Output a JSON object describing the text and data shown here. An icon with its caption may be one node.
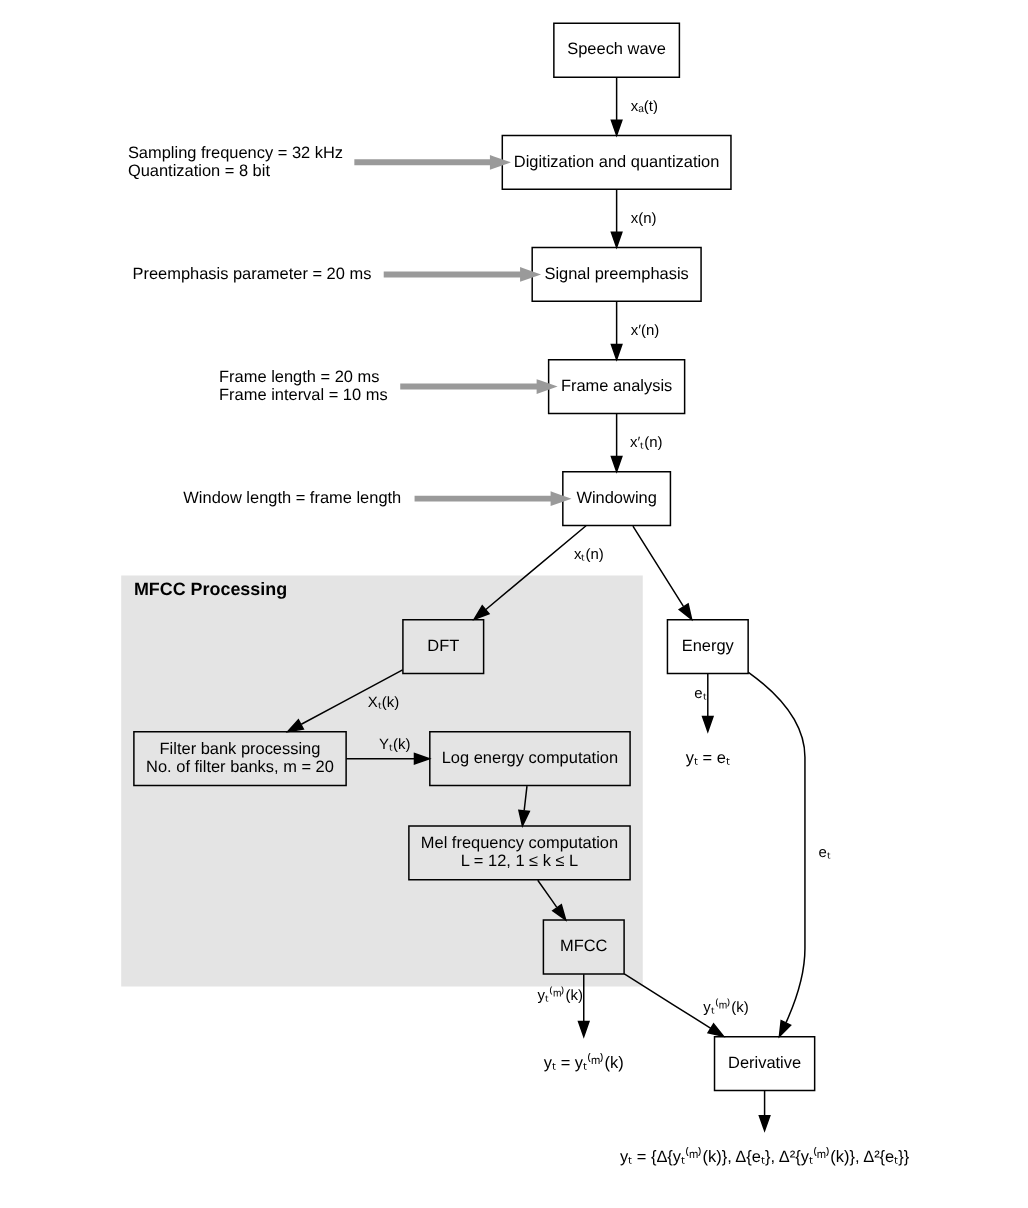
{
  "diagram": {
    "nodes": [
      {
        "text": [
          "Speech wave"
        ]
      },
      {
        "text": [
          "Digitization and quantization"
        ]
      },
      {
        "text": [
          "Signal preemphasis"
        ]
      },
      {
        "text": [
          "Frame analysis"
        ]
      },
      {
        "text": [
          "Windowing"
        ]
      },
      {
        "text": [
          "MFCC Processing"
        ]
      },
      {
        "text": [
          "DFT"
        ],
        "in": 5
      },
      {
        "text": [
          "Filter bank processing",
          "No. of filter banks, m = 20"
        ],
        "in": 5
      },
      {
        "text": [
          "Log energy computation"
        ],
        "in": 5
      },
      {
        "text": [
          "Mel frequency computation",
          "L = 12, 1 ≤ k ≤ L"
        ],
        "in": 5
      },
      {
        "text": [
          "MFCC"
        ],
        "in": 5
      },
      {
        "text": [
          "Energy"
        ]
      },
      {
        "text": [
          "Derivative"
        ]
      },
      {
        "text": [
          "yₜ = yₜ⁽ᵐ⁾(k)"
        ]
      },
      {
        "text": [
          "yₜ = {Δ{yₜ⁽ᵐ⁾(k)}, Δ{eₜ}, Δ²{yₜ⁽ᵐ⁾(k)}, Δ²{eₜ}}"
        ]
      },
      {
        "text": [
          "yₜ = eₜ"
        ]
      },
      {
        "text": [
          "Sampling frequency = 32 kHz Quantization = 8 bit"
        ]
      },
      {
        "text": [
          "Preemphasis parameter = 20 ms"
        ]
      },
      {
        "text": [
          "Frame length = 20 ms Frame interval = 10 ms"
        ]
      },
      {
        "text": [
          "Window length = frame length"
        ]
      }
    ],
    "edges": [
      {
        "from": 0,
        "to": 1,
        "arrow": "to",
        "label": "xₐ(t)"
      },
      {
        "from": 1,
        "to": 2,
        "arrow": "to",
        "label": "x(n)"
      },
      {
        "from": 2,
        "to": 3,
        "arrow": "to",
        "label": "x′(n)"
      },
      {
        "from": 3,
        "to": 4,
        "arrow": "to",
        "label": "x′ₜ(n)"
      },
      {
        "from": 4,
        "to": 6,
        "arrow": "to",
        "label": "xₜ(n)"
      },
      {
        "from": 4,
        "to": 11,
        "arrow": "to"
      },
      {
        "from": 6,
        "to": 7,
        "arrow": "to",
        "label": "Xₜ(k)"
      },
      {
        "from": 7,
        "to": 8,
        "arrow": "to",
        "label": "Yₜ(k)"
      },
      {
        "from": 8,
        "to": 9,
        "arrow": "to"
      },
      {
        "from": 9,
        "to": 10,
        "arrow": "to"
      },
      {
        "from": 10,
        "to": 13,
        "arrow": "to",
        "label": "yₜ⁽ᵐ⁾(k)"
      },
      {
        "from": 10,
        "to": 12,
        "arrow": "to",
        "label": "yₜ⁽ᵐ⁾(k)"
      },
      {
        "from": 11,
        "to": 12,
        "arrow": "to",
        "label": "eₜ"
      },
      {
        "from": 11,
        "to": 15,
        "arrow": "to",
        "label": "eₜ"
      },
      {
        "from": 12,
        "to": 14,
        "arrow": "to"
      },
      {
        "from": 16,
        "to": 1,
        "arrow": "to",
        "style": "thick",
        "color": "#9a9a9a"
      },
      {
        "from": 17,
        "to": 2,
        "arrow": "to",
        "style": "thick",
        "color": "#9a9a9a"
      },
      {
        "from": 18,
        "to": 3,
        "arrow": "to",
        "style": "thick",
        "color": "#9a9a9a"
      },
      {
        "from": 19,
        "to": 4,
        "arrow": "to",
        "style": "thick",
        "color": "#9a9a9a"
      }
    ]
  }
}
